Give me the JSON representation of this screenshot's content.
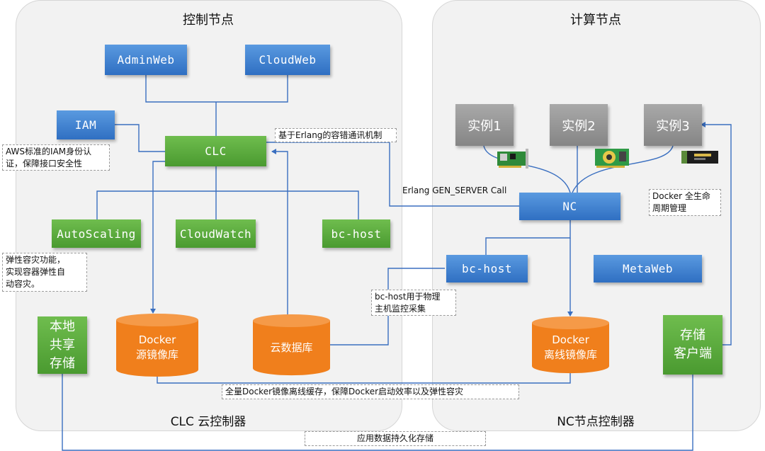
{
  "panels": {
    "left": {
      "title": "控制节点",
      "footer": "CLC 云控制器"
    },
    "right": {
      "title": "计算节点",
      "footer": "NC节点控制器"
    }
  },
  "control": {
    "adminweb": "AdminWeb",
    "cloudweb": "CloudWeb",
    "iam": "IAM",
    "clc": "CLC",
    "autoscaling": "AutoScaling",
    "cloudwatch": "CloudWatch",
    "bchost": "bc-host",
    "local_storage": "本地\n共享\n存储",
    "docker_repo": "Docker\n源镜像库",
    "cloud_db": "云数据库"
  },
  "compute": {
    "instance1": "实例1",
    "instance2": "实例2",
    "instance3": "实例3",
    "nc": "NC",
    "bchost": "bc-host",
    "metaweb": "MetaWeb",
    "docker_offline": "Docker\n离线镜像库",
    "storage_client": "存储\n客户端"
  },
  "notes": {
    "iam": "AWS标准的IAM身份认\n证，保障接口安全性",
    "autoscaling": "弹性容灾功能，\n实现容器弹性自\n动容灾。",
    "erlang_mechanism": "基于Erlang的容错通讯机制",
    "erlang_call": "Erlang GEN_SERVER Call",
    "docker_lifecycle": "Docker 全生命\n周期管理",
    "bchost_usage": "bc-host用于物理\n主机监控采集",
    "image_cache": "全量Docker镜像离线缓存，保障Docker启动效率以及弹性容灾",
    "persist_storage": "应用数据持久化存储"
  },
  "colors": {
    "blue_box": "#3d7fd1",
    "green_box": "#5aaa3c",
    "gray_box": "#969696",
    "orange_cylinder": "#f07f1c",
    "connector": "#3a6fc0",
    "panel_bg": "#f2f2f2"
  }
}
